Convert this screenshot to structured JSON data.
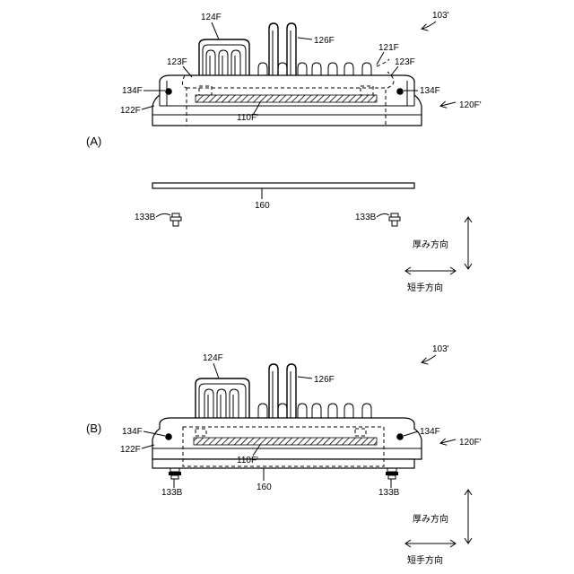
{
  "figure_a": {
    "panel_label": "(A)",
    "device_ref": "103'",
    "fin_group_left": "124F",
    "fin_group_right": "126F",
    "cover_ref": "121F",
    "bracket_ref_left": "123F",
    "bracket_ref_right": "123F",
    "screw_hole_left": "134F",
    "screw_hole_right": "134F",
    "housing_ref": "122F",
    "module_ref": "120F'",
    "board_ref": "110F'",
    "plate_ref": "160",
    "screw_left": "133B",
    "screw_right": "133B",
    "axis_thickness": "厚み方向",
    "axis_short": "短手方向"
  },
  "figure_b": {
    "panel_label": "(B)",
    "device_ref": "103'",
    "fin_group_left": "124F",
    "fin_group_right": "126F",
    "screw_hole_left": "134F",
    "screw_hole_right": "134F",
    "housing_ref": "122F",
    "module_ref": "120F'",
    "board_ref": "110F'",
    "plate_ref": "160",
    "screw_left": "133B",
    "screw_right": "133B",
    "axis_thickness": "厚み方向",
    "axis_short": "短手方向"
  }
}
